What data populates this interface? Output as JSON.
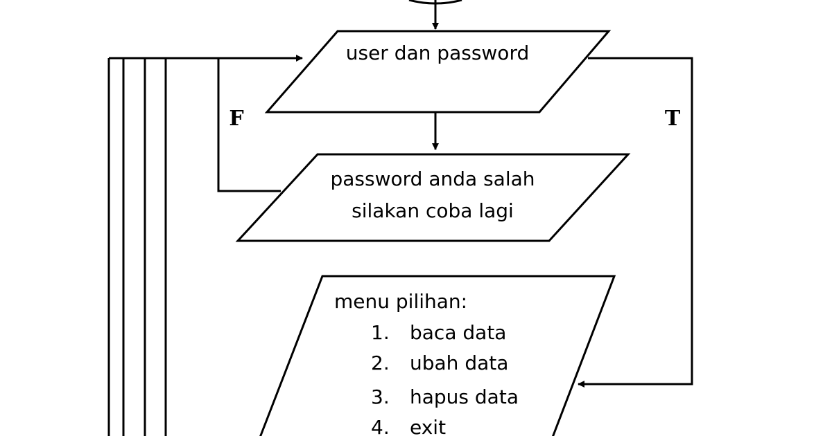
{
  "input_node": {
    "label": "user dan password"
  },
  "error_node": {
    "line1": "password anda salah",
    "line2": "silakan coba lagi"
  },
  "menu_node": {
    "title": "menu pilihan:",
    "items": [
      {
        "number": "1.",
        "text": "baca data"
      },
      {
        "number": "2.",
        "text": "ubah data"
      },
      {
        "number": "3.",
        "text": "hapus data"
      },
      {
        "number": "4.",
        "text": "exit"
      }
    ]
  },
  "branches": {
    "false_label": "F",
    "true_label": "T"
  },
  "colors": {
    "stroke": "#000000",
    "background": "#ffffff"
  }
}
